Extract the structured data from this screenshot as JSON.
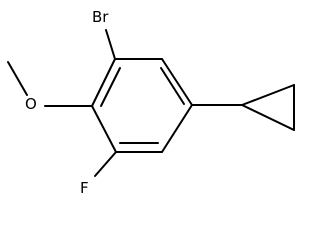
{
  "structure": {
    "atoms": {
      "bromine": "Br",
      "oxygen": "O",
      "fluorine": "F"
    }
  }
}
